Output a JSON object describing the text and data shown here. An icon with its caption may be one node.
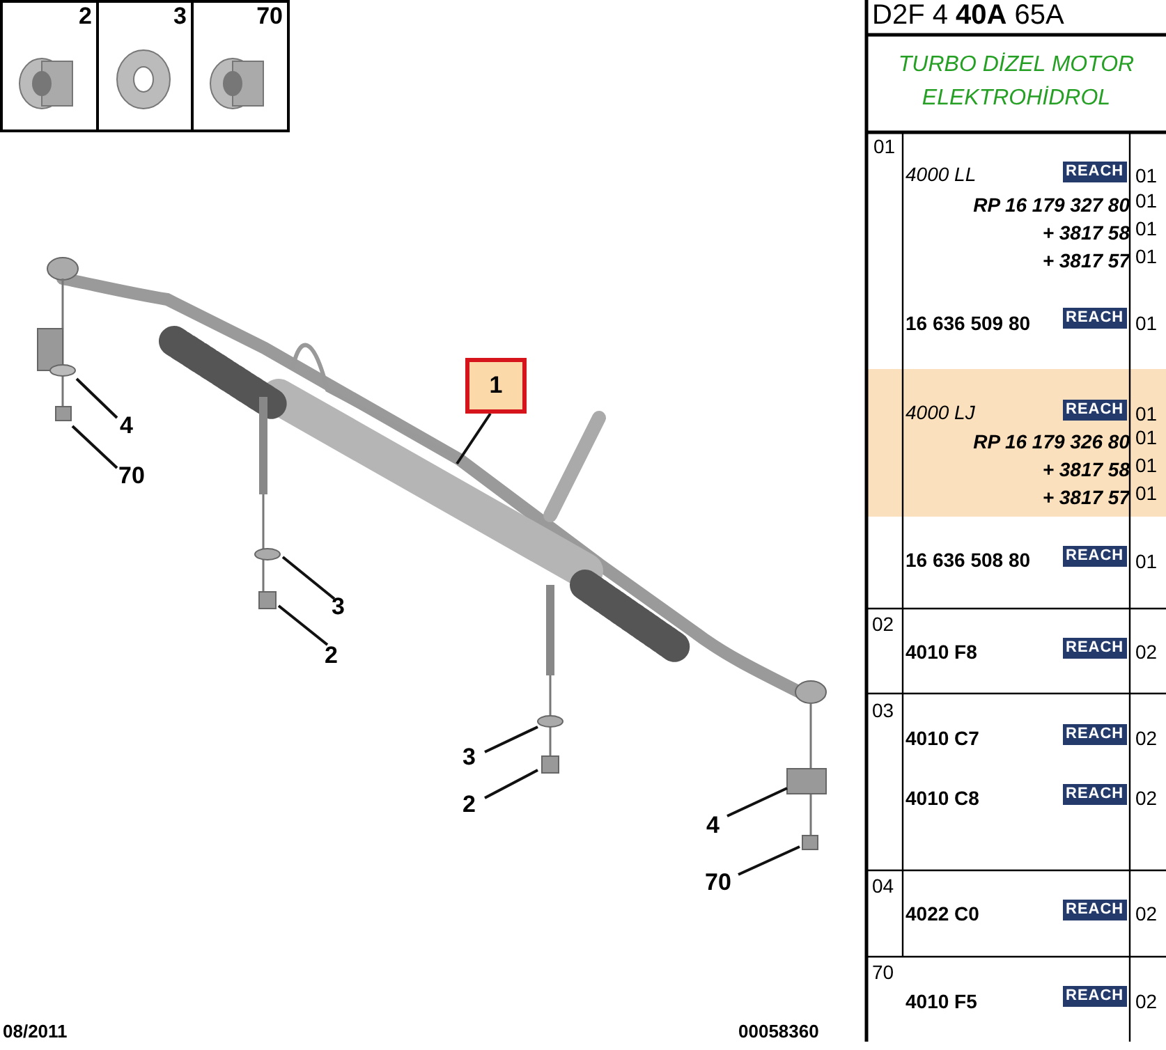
{
  "diagram": {
    "nodes": [
      {
        "text": [
          "2"
        ]
      },
      {
        "text": [
          "3"
        ]
      },
      {
        "text": [
          "70"
        ]
      },
      {
        "text": [
          "1"
        ]
      },
      {
        "text": [
          "4"
        ]
      },
      {
        "text": [
          "70"
        ]
      },
      {
        "text": [
          "3"
        ]
      },
      {
        "text": [
          "2"
        ]
      },
      {
        "text": [
          "3"
        ]
      },
      {
        "text": [
          "2"
        ]
      },
      {
        "text": [
          "4"
        ]
      },
      {
        "text": [
          "70"
        ]
      }
    ],
    "edges": [
      {
        "from": 3,
        "to": null,
        "arrow": "none"
      },
      {
        "from": 4,
        "to": null,
        "arrow": "none"
      },
      {
        "from": 5,
        "to": null,
        "arrow": "none"
      },
      {
        "from": 6,
        "to": null,
        "arrow": "none"
      },
      {
        "from": 7,
        "to": null,
        "arrow": "none"
      },
      {
        "from": 8,
        "to": null,
        "arrow": "none"
      },
      {
        "from": 9,
        "to": null,
        "arrow": "none"
      },
      {
        "from": 10,
        "to": null,
        "arrow": "none"
      },
      {
        "from": 11,
        "to": null,
        "arrow": "none"
      }
    ],
    "labels": [
      "D2F 4 **40A** 65A",
      "TURBO DİZEL MOTOR",
      "ELEKTROHİDROL",
      "01",
      "4000 LL",
      "REACH",
      "01",
      "RP 16 179 327 80",
      "01",
      "+ 3817 58",
      "01",
      "+ 3817 57",
      "01",
      "16 636 509 80",
      "REACH",
      "01",
      "4000 LJ",
      "REACH",
      "01",
      "RP 16 179 326 80",
      "01",
      "+ 3817 58",
      "01",
      "+ 3817 57",
      "01",
      "16 636 508 80",
      "REACH",
      "01",
      "02",
      "4010 F8",
      "REACH",
      "02",
      "03",
      "4010 C7",
      "REACH",
      "02",
      "4010 C8",
      "REACH",
      "02",
      "04",
      "4022 C0",
      "REACH",
      "02",
      "70",
      "4010 F5",
      "REACH",
      "02",
      "08/2011",
      "00058360"
    ]
  }
}
